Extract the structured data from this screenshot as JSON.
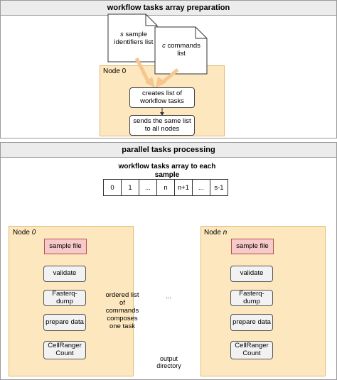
{
  "prep": {
    "title": "workflow tasks array preparation",
    "doc_samples": {
      "var": "s",
      "rest": " sample identifiers list"
    },
    "doc_commands": {
      "var": "c",
      "rest": " commands list"
    },
    "node_label": "Node 0",
    "create_tasks": "creates list of workflow tasks",
    "send_list": "sends the same list to all nodes"
  },
  "parallel": {
    "title": "parallel tasks processing",
    "array_caption": "workflow tasks array to each sample",
    "array_cells": [
      "0",
      "1",
      "...",
      "n",
      "n+1",
      "...",
      "s-1"
    ],
    "left_node_label": {
      "prefix": "Node ",
      "var": "0"
    },
    "right_node_label": {
      "prefix": "Node ",
      "var": "n"
    },
    "sample_file": "sample file",
    "steps": [
      "validate",
      "Fasterq-dump",
      "prepare data",
      "CellRanger Count"
    ],
    "annotation": "ordered list of commands composes one task",
    "middle_ellipsis": "...",
    "output": "output directory"
  },
  "colors": {
    "node_fill": "#fde7bf",
    "arrow": "#f6c68f",
    "sample_file_fill": "#f7c9c9"
  }
}
